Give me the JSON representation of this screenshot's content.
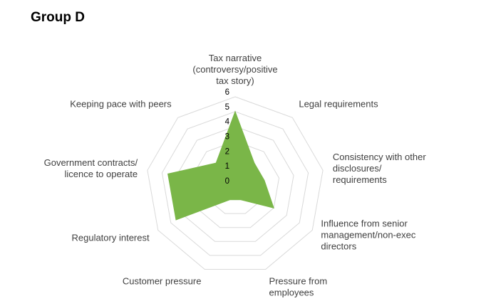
{
  "title": "Group D",
  "chart_data": {
    "type": "radar",
    "title": "Group D",
    "rlim": [
      0,
      6
    ],
    "ticks": [
      "0",
      "1",
      "2",
      "3",
      "4",
      "5",
      "6"
    ],
    "grid": true,
    "legend": "none",
    "color": "#7ab648",
    "categories": [
      [
        "Tax narrative",
        "(controversy/positive",
        "tax story)"
      ],
      [
        "Legal requirements"
      ],
      [
        "Consistency with other",
        "disclosures/",
        "requirements"
      ],
      [
        "Influence from senior",
        "management/non-exec",
        "directors"
      ],
      [
        "Pressure from",
        "employees"
      ],
      [
        "Customer pressure"
      ],
      [
        "Regulatory interest"
      ],
      [
        "Government contracts/",
        "licence to operate"
      ],
      [
        "Keeping pace with peers"
      ]
    ],
    "values": [
      5,
      2,
      2,
      3,
      1,
      1,
      4.6,
      4.6,
      2
    ]
  }
}
